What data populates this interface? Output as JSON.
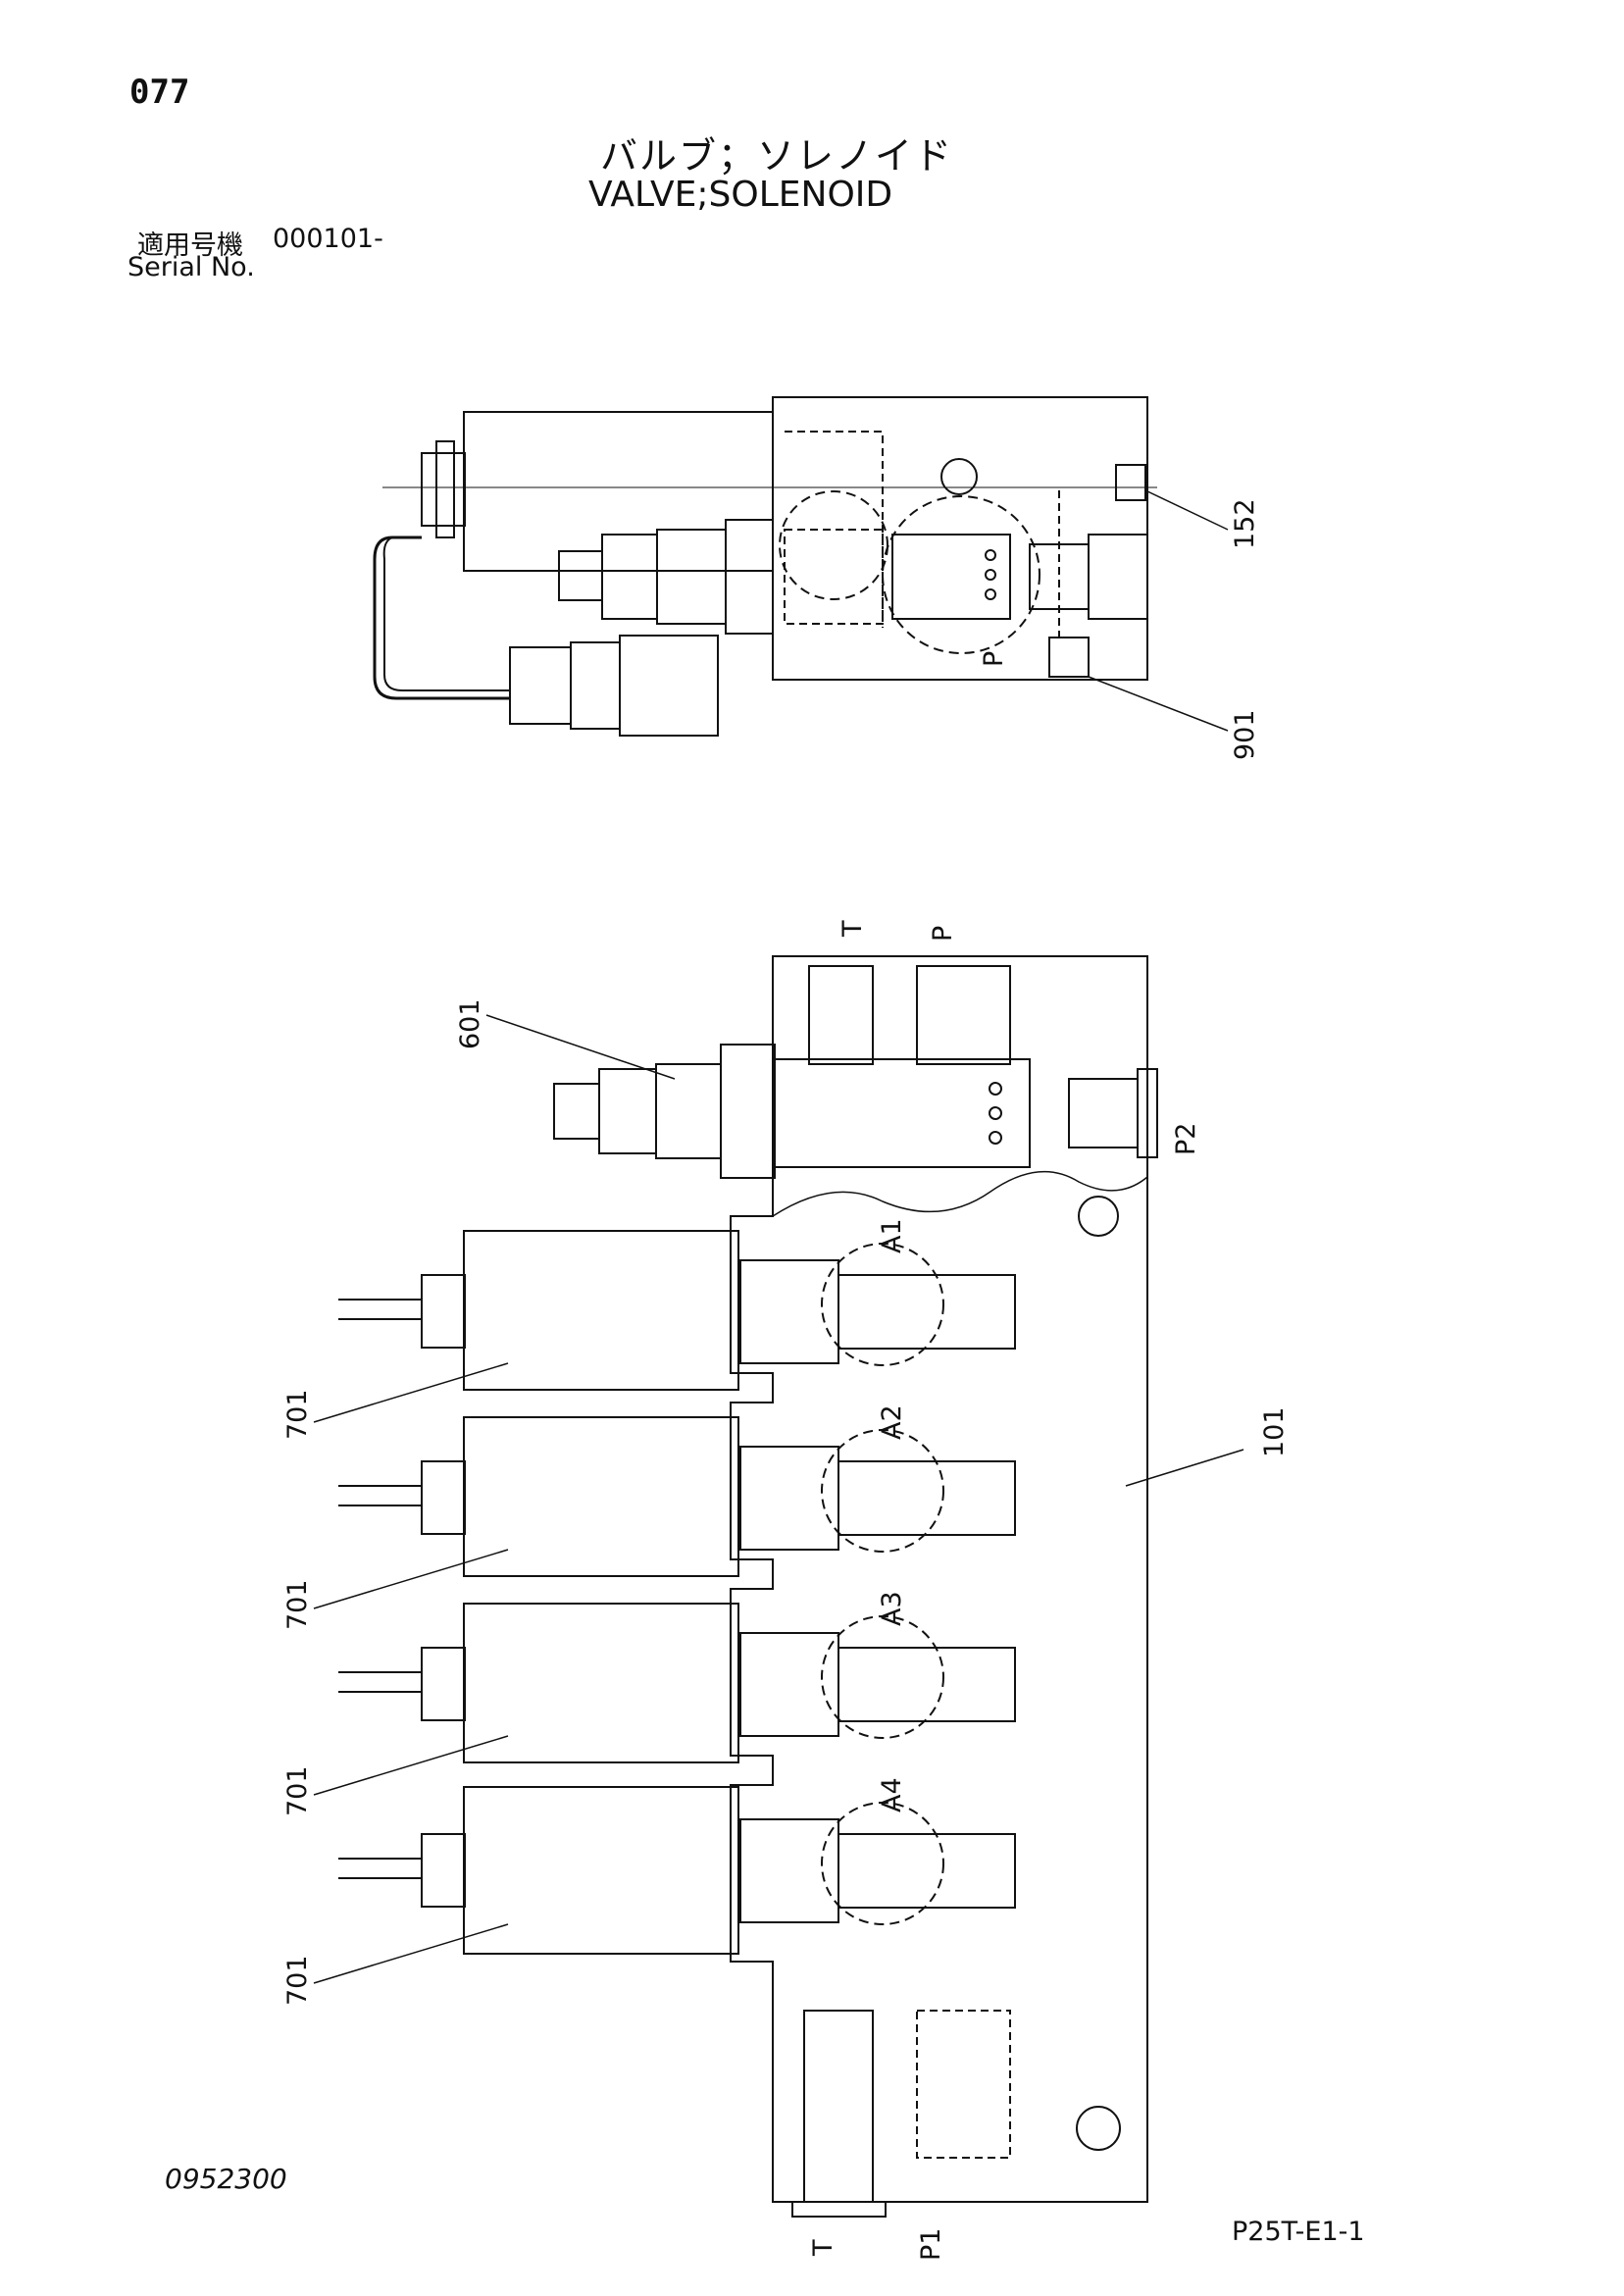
{
  "header": {
    "page_number": "077",
    "title_ja": "バルブ；ソレノイド",
    "title_en": "VALVE;SOLENOID",
    "serial_label_ja": "適用号機",
    "serial_value": "000101-",
    "serial_label_en": "Serial No."
  },
  "top_view": {
    "parts": [
      "152",
      "901"
    ],
    "ports": [
      "P"
    ]
  },
  "front_view": {
    "parts": [
      "601",
      "701",
      "701",
      "701",
      "701",
      "101"
    ],
    "ports": [
      "T",
      "P",
      "P2",
      "A1",
      "A2",
      "A3",
      "A4",
      "T",
      "P1"
    ]
  },
  "footer": {
    "doc_number": "0952300",
    "sheet_code": "P25T-E1-1"
  }
}
